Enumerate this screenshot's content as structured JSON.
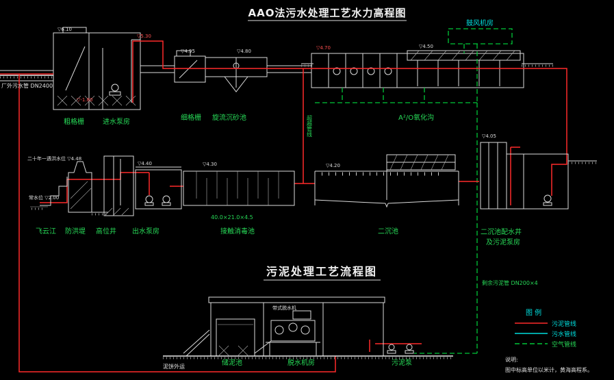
{
  "titles": {
    "main": "AAO法污水处理工艺水力高程图",
    "sludge": "污泥处理工艺流程图"
  },
  "labels": {
    "inlet_pipe": "厂外污水管 DN2400",
    "coarse_screen": "粗格栅",
    "inlet_pump": "进水泵房",
    "fine_screen": "细格栅",
    "grit_tank": "旋流沉砂池",
    "oxidation_ditch": "A²/O氧化沟",
    "blower_house": "鼓风机房",
    "bypass_pipe": "超越管线",
    "river": "飞云江",
    "dike": "防洪堤",
    "high_well": "高位井",
    "outlet_pump": "出水泵房",
    "contact_tank": "接触消毒池",
    "contact_dim": "40.0×21.0×4.5",
    "clarifier": "二沉池",
    "dist_well_1": "二沉池配水井",
    "dist_well_2": "及污泥泵房",
    "surplus_pipe": "剩余污泥管 DN200×4",
    "sludge_tank": "储泥池",
    "dewater_house": "脱水机房",
    "belt_press": "带式脱水机",
    "sludge_pump": "污泥泵",
    "cake_out": "泥饼外运"
  },
  "elevations": [
    "▽6.10",
    "▽5.30",
    "▽4.95",
    "▽4.80",
    "▽4.70",
    "▽4.50",
    "二十年一遇洪水位 ▽4.48",
    "常水位 ▽2.00",
    "▽4.40",
    "▽4.30",
    "▽4.20",
    "▽4.05",
    "▽-1.80"
  ],
  "legend": {
    "title": "图 例",
    "items": [
      {
        "label": "污泥管线",
        "color": "#ff2a2a",
        "style": "solid"
      },
      {
        "label": "污水管线",
        "color": "#00dede",
        "style": "solid"
      },
      {
        "label": "空气管线",
        "color": "#00c838",
        "style": "dashed"
      }
    ]
  },
  "notes": {
    "heading": "说明:",
    "text": "图中标高单位以米计，黄海高程系。"
  },
  "colors": {
    "background": "#000000",
    "linework": "#dcdcdc",
    "sludge_pipe": "#ff2a2a",
    "sewage_pipe": "#00dede",
    "air_pipe": "#00c838",
    "label_green": "#27d957"
  }
}
